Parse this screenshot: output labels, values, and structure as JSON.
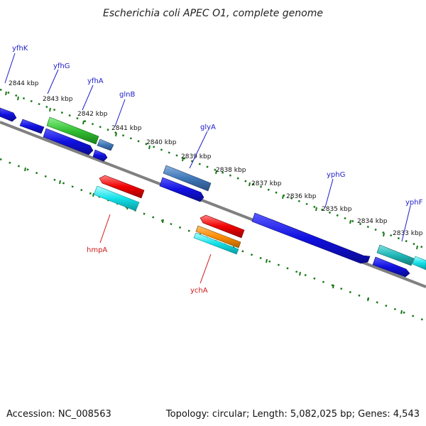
{
  "title": "Escherichia coli APEC O1, complete genome",
  "footer": {
    "accession": "Accession: NC_008563",
    "summary": "Topology: circular; Length: 5,082,025 bp; Genes: 4,543"
  },
  "ruler_ticks": [
    "2844 kbp",
    "2843 kbp",
    "2842 kbp",
    "2841 kbp",
    "2840 kbp",
    "2839 kbp",
    "2838 kbp",
    "2837 kbp",
    "2836 kbp",
    "2835 kbp",
    "2834 kbp",
    "2833 kbp"
  ],
  "gene_labels": {
    "forward": [
      "yfhK",
      "yfhG",
      "yfhA",
      "glnB",
      "glyA",
      "yphG",
      "yphF"
    ],
    "reverse": [
      "hmpA",
      "ychA"
    ]
  },
  "colors": {
    "backbone": "#808080",
    "tick_green": "#1a7a1a",
    "forward_label": "#1c1cc8",
    "reverse_label": "#cc1a1a",
    "cds_blue": "#1010e0",
    "steel_blue": "#3f78b8",
    "green": "#33c033",
    "cyan": "#12e0e8",
    "teal": "#20b8b8",
    "red": "#f00000",
    "orange": "#ff8c00"
  }
}
